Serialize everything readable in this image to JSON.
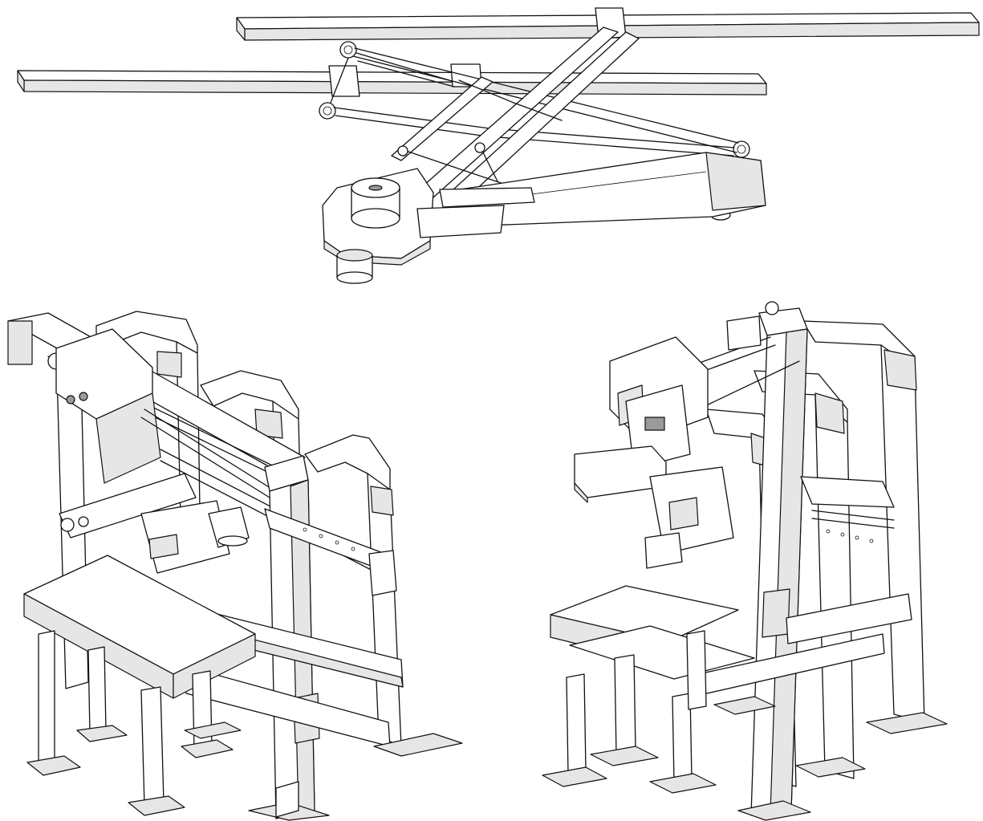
{
  "figure": {
    "views": [
      {
        "name": "top-view",
        "description": ""
      },
      {
        "name": "left-isometric-view",
        "description": ""
      },
      {
        "name": "right-isometric-view",
        "description": ""
      }
    ]
  }
}
